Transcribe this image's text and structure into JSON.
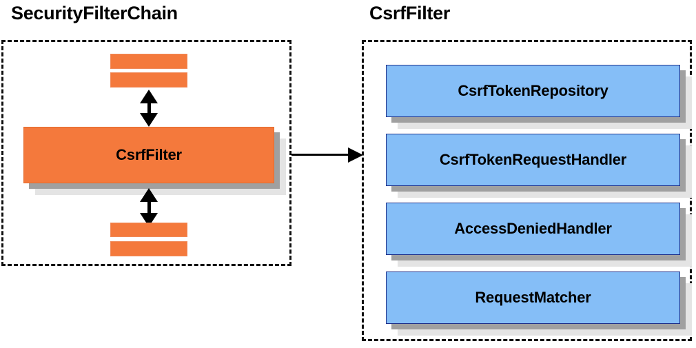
{
  "diagram": {
    "title_left": "SecurityFilterChain",
    "title_right": "CsrfFilter",
    "colors": {
      "box_orange": "#F4793C",
      "box_blue": "#85BEF7",
      "blue_border": "#1d2f8a",
      "shadow_near": "#a0a0a0",
      "shadow_far": "#e4e4e4",
      "outline_dashed": "#111111",
      "arrow": "#000000",
      "background": "#ffffff"
    }
  },
  "left_panel": {
    "title": "SecurityFilterChain",
    "filter_above_bars": [
      "",
      ""
    ],
    "highlighted_filter": "CsrfFilter",
    "filter_below_bars": [
      "",
      ""
    ],
    "arrows": {
      "top": "double-headed-vertical",
      "bottom": "double-headed-vertical"
    }
  },
  "connector": {
    "type": "single-headed-arrow-right",
    "from": "CsrfFilter",
    "to": "CsrfFilter collaborators"
  },
  "right_panel": {
    "title": "CsrfFilter",
    "collaborators": [
      {
        "label": "CsrfTokenRepository"
      },
      {
        "label": "CsrfTokenRequestHandler"
      },
      {
        "label": "AccessDeniedHandler"
      },
      {
        "label": "RequestMatcher"
      }
    ]
  }
}
